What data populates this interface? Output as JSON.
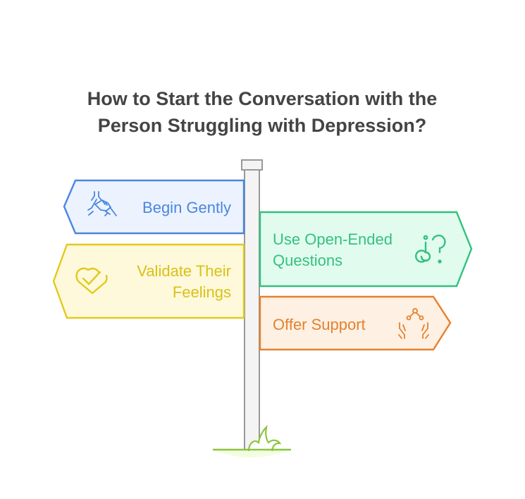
{
  "title": {
    "line1": "How to Start the Conversation with the",
    "line2": "Person Struggling with Depression?"
  },
  "signs": [
    {
      "label_lines": [
        "Begin Gently"
      ],
      "icon": "hands-holding-icon",
      "side": "left",
      "stroke": "#4a86e0",
      "fill": "#ecf3fe",
      "text": "#4a86e0"
    },
    {
      "label_lines": [
        "Use Open-Ended",
        "Questions"
      ],
      "icon": "question-marks-icon",
      "side": "right",
      "stroke": "#36c07e",
      "fill": "#e1fcef",
      "text": "#36c07e"
    },
    {
      "label_lines": [
        "Validate Their",
        "Feelings"
      ],
      "icon": "heart-check-icon",
      "side": "left",
      "stroke": "#e2c91d",
      "fill": "#fef9da",
      "text": "#d9c01a"
    },
    {
      "label_lines": [
        "Offer Support"
      ],
      "icon": "supporting-hands-icon",
      "side": "right",
      "stroke": "#e5812f",
      "fill": "#fef0e2",
      "text": "#e5812f"
    }
  ]
}
